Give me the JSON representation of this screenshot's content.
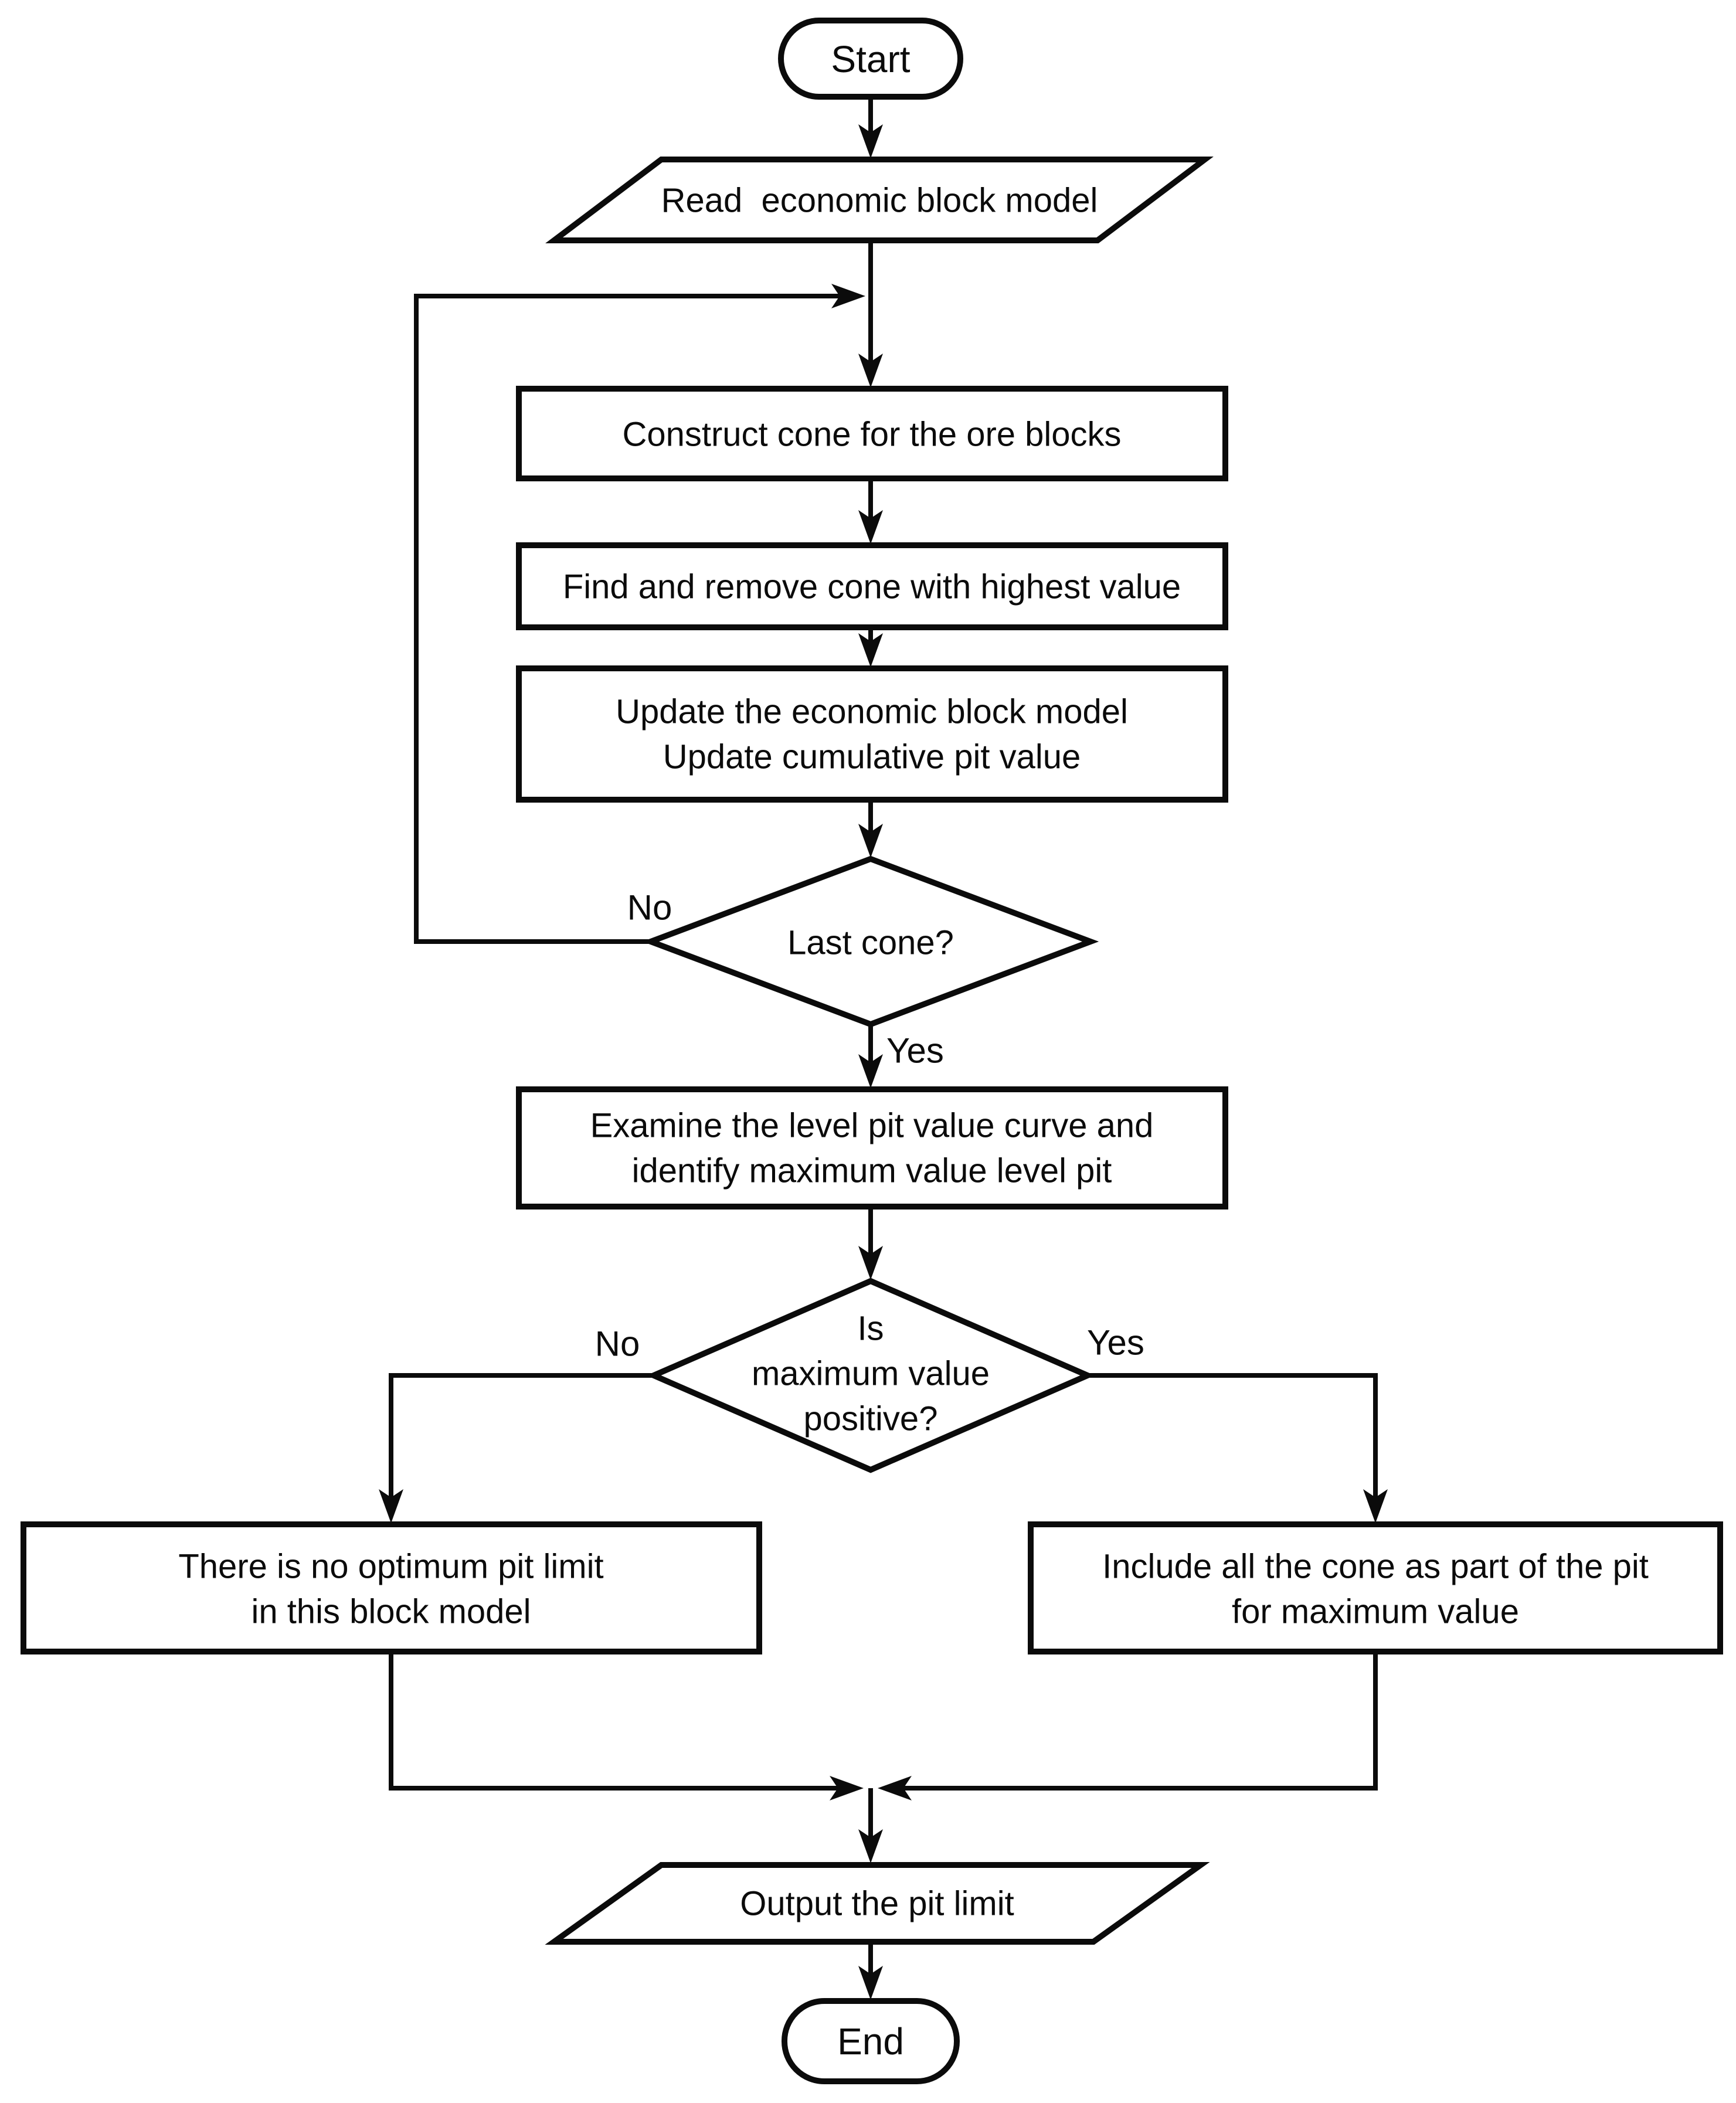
{
  "colors": {
    "line": "#0b0b0b",
    "shape_fill": "#ffffff",
    "background": "#ffffff",
    "text": "#0b0b0b"
  },
  "nodes": {
    "start": {
      "type": "terminator",
      "label": "Start"
    },
    "read_model": {
      "type": "input-output",
      "label": "Read  economic block model"
    },
    "construct_cone": {
      "type": "process",
      "label": "Construct cone for the ore blocks"
    },
    "find_remove_cone": {
      "type": "process",
      "label": "Find and remove cone with highest value"
    },
    "update_model": {
      "type": "process",
      "lines": [
        "Update the economic block model",
        "Update cumulative pit value"
      ]
    },
    "last_cone": {
      "type": "decision",
      "label": "Last cone?"
    },
    "examine_curve": {
      "type": "process",
      "lines": [
        "Examine the level pit value curve and",
        "identify maximum value level pit"
      ]
    },
    "max_positive": {
      "type": "decision",
      "lines": [
        "Is",
        "maximum value",
        "positive?"
      ]
    },
    "no_optimum_pit": {
      "type": "process",
      "lines": [
        "There is no optimum pit limit",
        "in this block model"
      ]
    },
    "include_cone": {
      "type": "process",
      "lines": [
        "Include all the cone as part of the pit",
        "for maximum value"
      ]
    },
    "output_pit_limit": {
      "type": "input-output",
      "label": "Output the pit limit"
    },
    "end": {
      "type": "terminator",
      "label": "End"
    }
  },
  "edge_labels": {
    "last_cone_no": "No",
    "last_cone_yes": "Yes",
    "max_positive_no": "No",
    "max_positive_yes": "Yes"
  }
}
